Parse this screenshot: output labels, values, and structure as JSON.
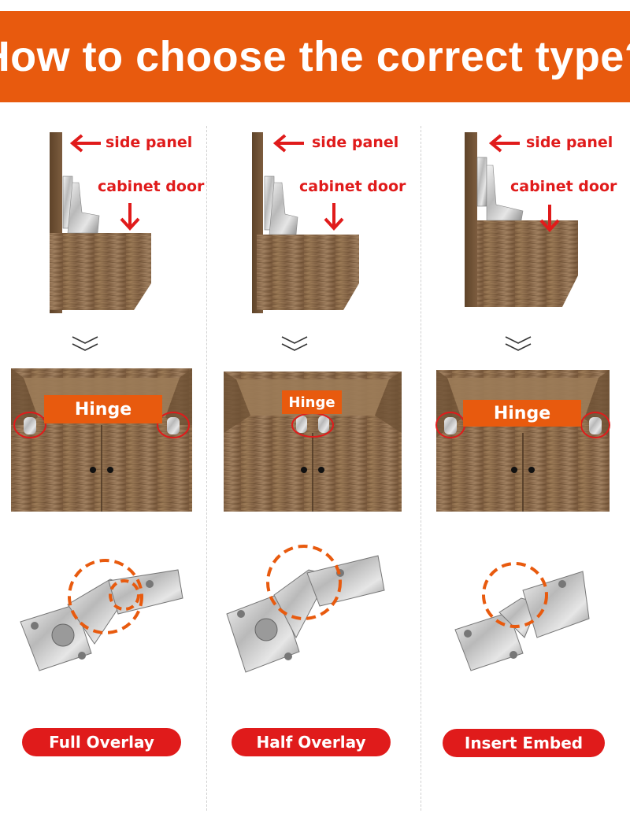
{
  "header": {
    "title": "How to choose the correct type?"
  },
  "colors": {
    "accent": "#e85a0e",
    "label_red": "#e01b1b",
    "wood": "#8a6b4a"
  },
  "columns": [
    {
      "side_panel": "side panel",
      "cabinet_door": "cabinet door",
      "hinge_tag": "Hinge",
      "type": "Full Overlay"
    },
    {
      "side_panel": "side panel",
      "cabinet_door": "cabinet door",
      "hinge_tag": "Hinge",
      "type": "Half Overlay"
    },
    {
      "side_panel": "side panel",
      "cabinet_door": "cabinet door",
      "hinge_tag": "Hinge",
      "type": "Insert Embed"
    }
  ],
  "icons": [
    "left-arrow-icon",
    "down-arrow-icon",
    "double-chevron-down-icon"
  ]
}
